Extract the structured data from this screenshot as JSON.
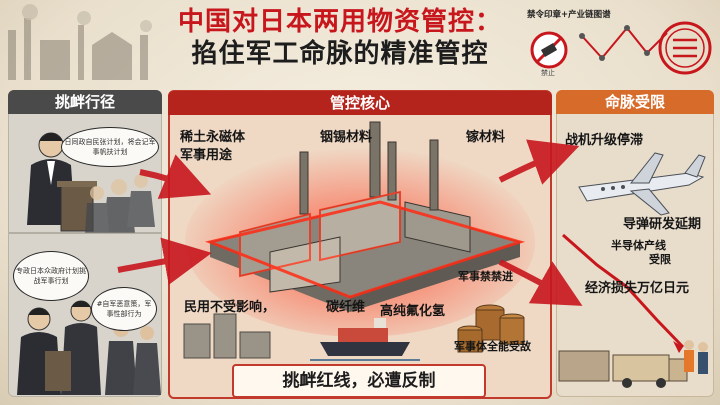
{
  "header": {
    "title_line1": "中国对日本两用物资管控：",
    "title_line2": "掐住军工命脉的精准管控"
  },
  "stamp": {
    "caption": "禁令印章+产业链图谱",
    "seal_small_text": "禁止"
  },
  "left_panel": {
    "title": "挑衅行径",
    "bubble_1": "日同政自民张计划，将会记军事帆扶计划",
    "bubble_2": "专政日本众政府计划挑战军事行划",
    "bubble_3": "#自军恶意策，军事性部行为"
  },
  "center_panel": {
    "title": "管控核心",
    "label_rare_earth": "稀土永磁体",
    "label_military_use": "军事用途",
    "label_indium_tin": "铟锡材料",
    "label_gallium": "镓材料",
    "label_civil": "民用不受影响，",
    "label_carbon_fiber": "碳纤维",
    "label_hf": "高纯氟化氢",
    "label_military_ban": "军事禁禁进",
    "label_military_all": "军事体全能受敌",
    "bottom_slogan": "挑衅红线，必遭反制"
  },
  "right_panel": {
    "title": "命脉受限",
    "label_fighter": "战机升级停滞",
    "label_missile": "导弹研发延期",
    "label_semi_line1": "半导体产线",
    "label_semi_line2": "受限",
    "label_loss": "经济损失万亿日元"
  },
  "colors": {
    "accent_red": "#c8161d",
    "panel_red": "#b5241c",
    "panel_orange": "#d76b2a",
    "panel_gray": "#4a4a4a"
  }
}
